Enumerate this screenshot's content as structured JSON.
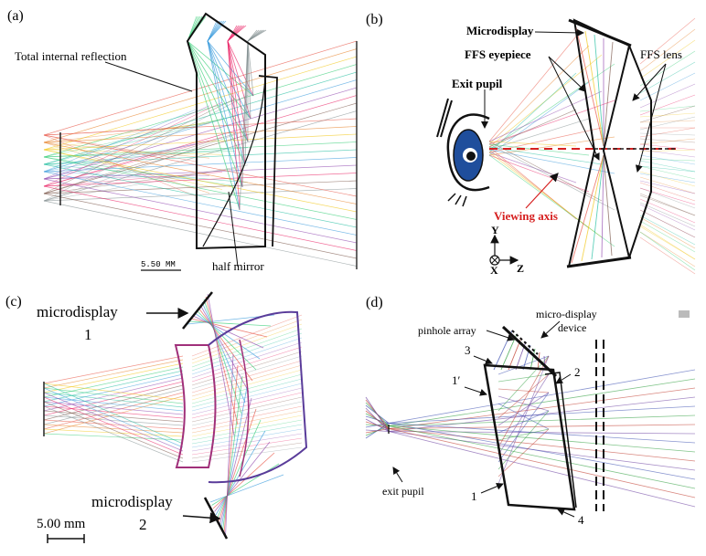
{
  "colors": {
    "rays": [
      "#e74c3c",
      "#e67e22",
      "#f1c40f",
      "#2ecc71",
      "#1abc9c",
      "#3498db",
      "#8e44ad",
      "#e91e63",
      "#795548",
      "#7f8c8d"
    ],
    "red_axis": "#d62020",
    "eye_blue": "#1f4e9c",
    "prism_magenta": "#a0307a",
    "prism_purple": "#5a3c9a"
  },
  "panel_a": {
    "tag": "(a)",
    "label_tir": "Total internal reflection",
    "label_half_mirror": "half mirror",
    "scale": "5.50  MM"
  },
  "panel_b": {
    "tag": "(b)",
    "label_microdisplay": "Microdisplay",
    "label_ffs_eyepiece": "FFS eyepiece",
    "label_ffs_lens": "FFS lens",
    "label_exit_pupil": "Exit pupil",
    "label_viewing_axis": "Viewing axis",
    "axis_y": "Y",
    "axis_x": "X",
    "axis_z": "Z"
  },
  "panel_c": {
    "tag": "(c)",
    "label_md1_line1": "microdisplay",
    "label_md1_line2": "1",
    "label_md2_line1": "microdisplay",
    "label_md2_line2": "2",
    "scale": "5.00 mm"
  },
  "panel_d": {
    "tag": "(d)",
    "label_pinhole": "pinhole array",
    "label_microdisplay_line1": "micro-display",
    "label_microdisplay_line2": "device",
    "label_exit_pupil": "exit pupil",
    "num_3": "3",
    "num_1p": "1′",
    "num_2": "2",
    "num_1": "1",
    "num_4": "4"
  }
}
